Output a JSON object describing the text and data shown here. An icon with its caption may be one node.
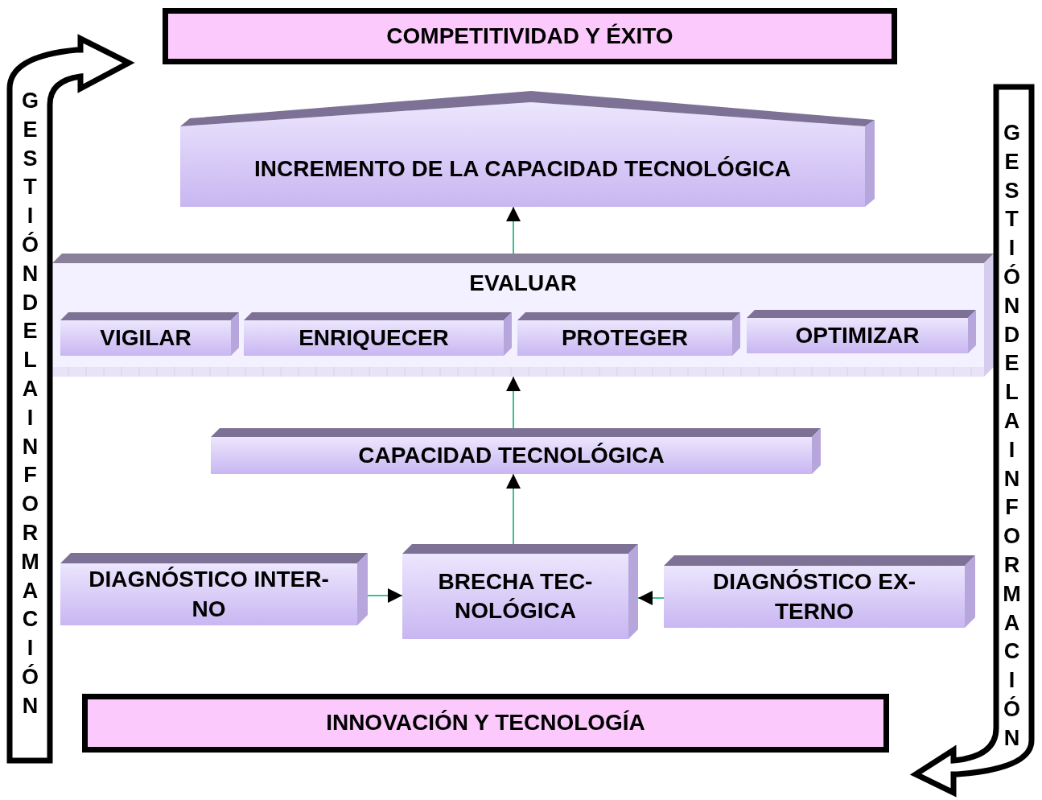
{
  "diagram": {
    "nodes": [
      {
        "text": [
          "COMPETITIVIDAD Y ÉXITO"
        ]
      },
      {
        "text": [
          "INCREMENTO DE LA CAPACIDAD TECNOLÓGICA"
        ]
      },
      {
        "text": [
          "EVALUAR"
        ]
      },
      {
        "text": [
          "VIGILAR"
        ],
        "in": 2
      },
      {
        "text": [
          "ENRIQUECER"
        ],
        "in": 2
      },
      {
        "text": [
          "PROTEGER"
        ],
        "in": 2
      },
      {
        "text": [
          "OPTIMIZAR"
        ],
        "in": 2
      },
      {
        "text": [
          "CAPACIDAD TECNOLÓGICA"
        ]
      },
      {
        "text": [
          "DIAGNÓSTICO INTER- NO"
        ]
      },
      {
        "text": [
          "BRECHA TEC- NOLÓGICA"
        ]
      },
      {
        "text": [
          "DIAGNÓSTICO EX- TERNO"
        ]
      },
      {
        "text": [
          "INNOVACIÓN Y TECNOLOGÍA"
        ]
      },
      {
        "text": [
          "GESTIÓN DE LA INFORMACIÓN"
        ]
      },
      {
        "text": [
          "GESTIÓN DE LA INFORMACIÓN"
        ]
      }
    ],
    "edges": [
      {
        "from": 2,
        "to": 1,
        "arrow": "to"
      },
      {
        "from": 7,
        "to": 2,
        "arrow": "to"
      },
      {
        "from": 9,
        "to": 7,
        "arrow": "to"
      },
      {
        "from": 8,
        "to": 9,
        "arrow": "to"
      },
      {
        "from": 10,
        "to": 9,
        "arrow": "to"
      }
    ]
  }
}
